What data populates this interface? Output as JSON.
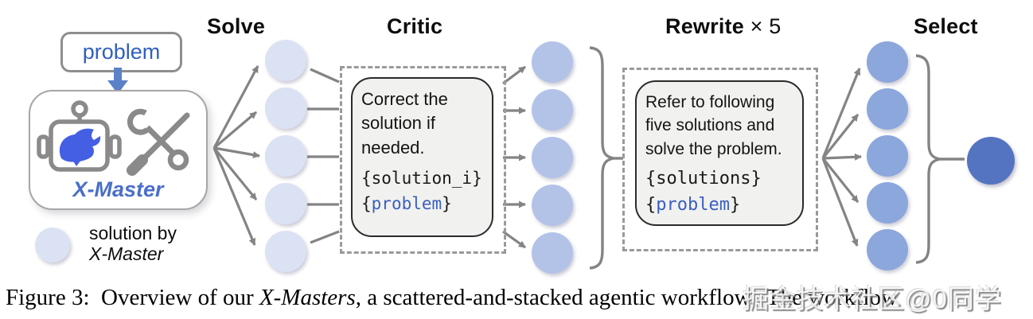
{
  "colors": {
    "solution_solve": "#dbe2f3",
    "solution_critic": "#b3c3e8",
    "solution_rewrite": "#8ca7dc",
    "solution_final": "#5474c2",
    "accent_blue": "#4a6fc8",
    "arrow_gray": "#848484",
    "code_blue": "#3a5fc2",
    "problem_text_blue": "#2f5fc0",
    "down_arrow_blue": "#5b82c8"
  },
  "paths_per_stage": 5,
  "input": {
    "problem_label": "problem"
  },
  "agent": {
    "name": "X-Master"
  },
  "legend": {
    "line1": "solution by",
    "line2": "X-Master"
  },
  "stages": {
    "solve": "Solve",
    "critic": "Critic",
    "rewrite": "Rewrite",
    "rewrite_mult": " × 5",
    "select": "Select"
  },
  "critic_prompt": {
    "instruction": "Correct the solution if needed.",
    "var_line1": "{solution_i}",
    "var2_open": "{",
    "var2_name": "problem",
    "var2_close": "}"
  },
  "rewrite_prompt": {
    "instruction": "Refer to following five solutions and solve the problem.",
    "var_line1": "{solutions}",
    "var2_open": "{",
    "var2_name": "problem",
    "var2_close": "}"
  },
  "caption": {
    "prefix": "Figure 3:  Overview of our ",
    "emphasis": "X-Masters",
    "suffix": ", a scattered-and-stacked agentic workflow.  The workflow"
  },
  "watermark": "掘金技术社区@0同学"
}
